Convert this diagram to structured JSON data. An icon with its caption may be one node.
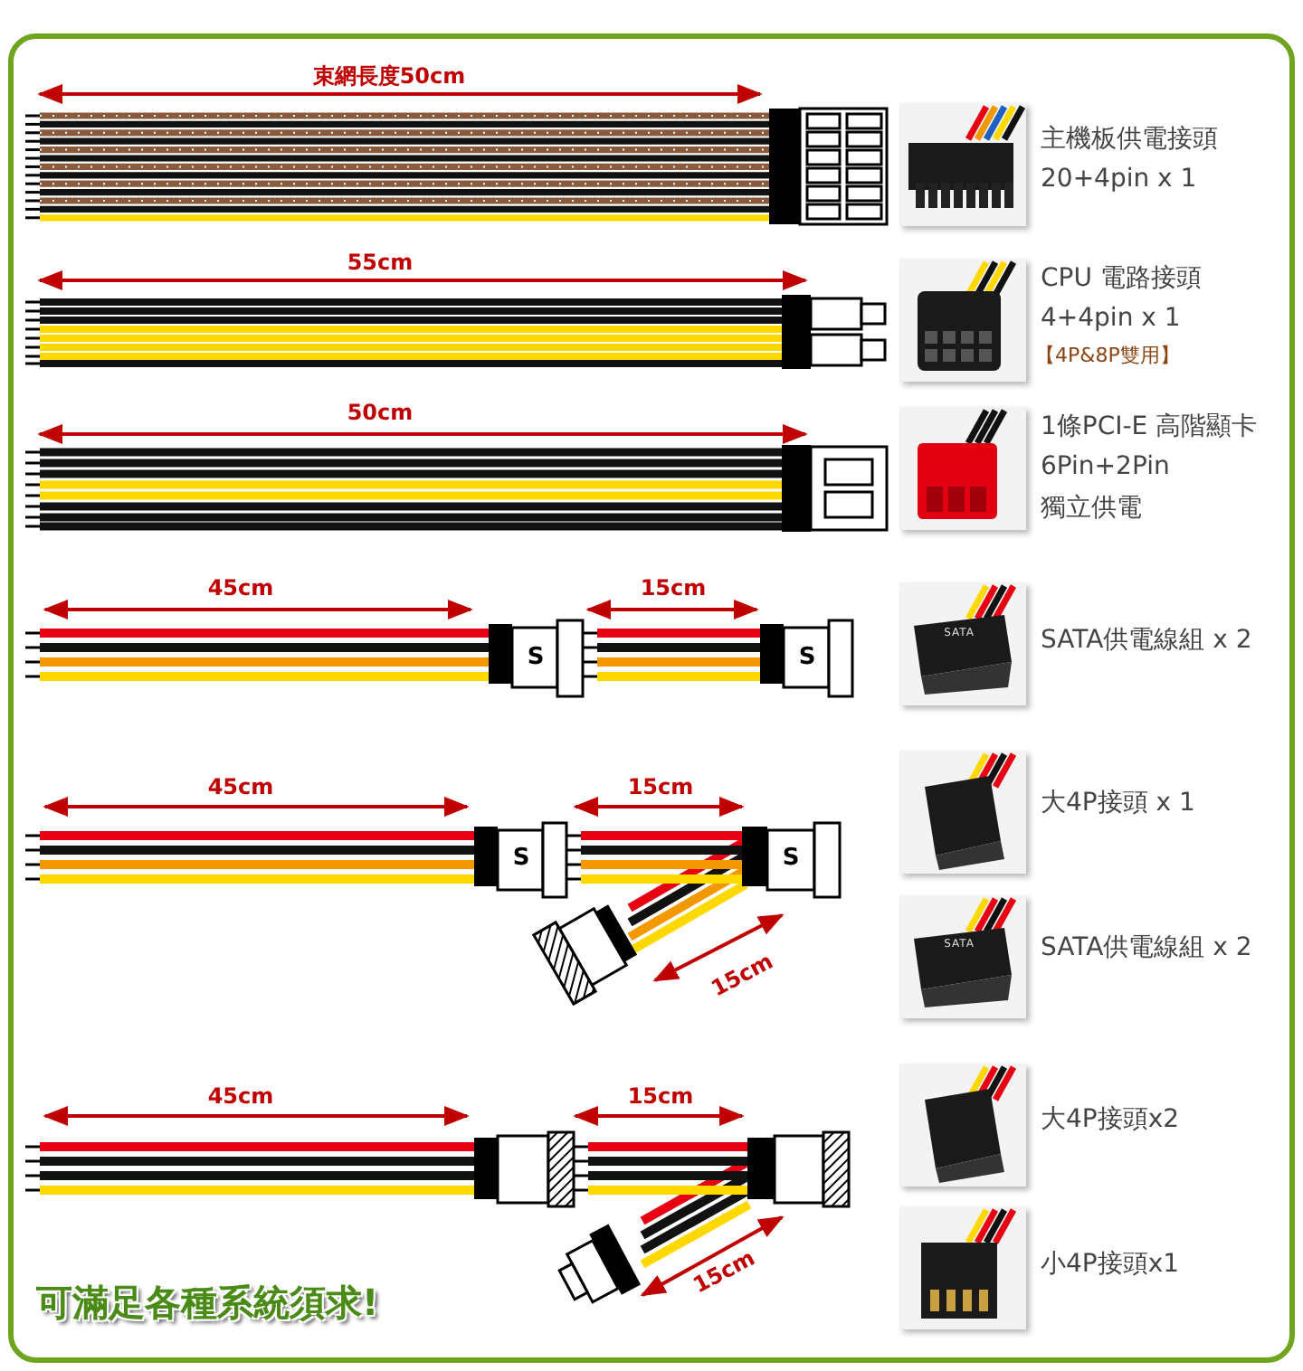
{
  "diagram": {
    "caption": "可滿足各種系統須求!",
    "nodes": [
      {
        "text": [],
        "shape": "picture",
        "beside": [
          "主機板供電接頭",
          "20+4pin x 1"
        ]
      },
      {
        "text": [],
        "shape": "picture",
        "beside": [
          "CPU 電路接頭",
          "4+4pin x 1",
          "【4P&8P雙用】"
        ]
      },
      {
        "text": [],
        "shape": "picture",
        "beside": [
          "1條PCI-E 高階顯卡",
          "6Pin+2Pin",
          "獨立供電"
        ]
      },
      {
        "text": [],
        "shape": "picture",
        "beside": [
          "SATA供電線組 x 2"
        ]
      },
      {
        "text": [],
        "shape": "picture",
        "beside": [
          "大4P接頭 x 1"
        ]
      },
      {
        "text": [],
        "shape": "picture",
        "beside": [
          "SATA供電線組 x 2"
        ]
      },
      {
        "text": [],
        "shape": "picture",
        "beside": [
          "大4P接頭x2"
        ]
      },
      {
        "text": [],
        "shape": "picture",
        "beside": [
          "小4P接頭x1"
        ]
      }
    ],
    "labels": [
      "束網長度50cm",
      "55cm",
      "50cm",
      "45cm",
      "15cm",
      "S",
      "S",
      "SATA",
      "45cm",
      "15cm",
      "S",
      "S",
      "15cm",
      "SATA",
      "45cm",
      "15cm",
      "15cm"
    ]
  }
}
